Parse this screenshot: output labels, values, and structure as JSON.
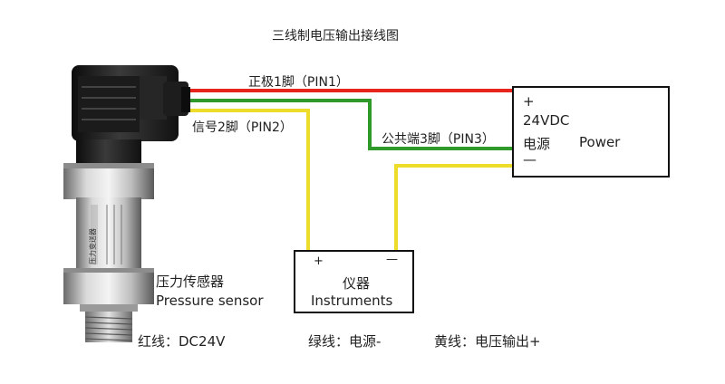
{
  "title": "三线制电压输出接线图",
  "wires": {
    "red": {
      "label": "正极1脚（PIN1）",
      "color": "#e8251c"
    },
    "green": {
      "label": "公共端3脚（PIN3）",
      "color": "#2f9a2a"
    },
    "yellow": {
      "label": "信号2脚（PIN2）",
      "color": "#eddc2a"
    }
  },
  "power_supply": {
    "plus": "+",
    "voltage": "24VDC",
    "name_cn": "电源",
    "name_en": "Power",
    "minus": "—"
  },
  "instrument": {
    "plus": "+",
    "minus": "—",
    "name_cn": "仪器",
    "name_en": "Instruments"
  },
  "sensor": {
    "name_cn": "压力传感器",
    "name_en": "Pressure sensor",
    "body_text": "压力变送器"
  },
  "legend": {
    "red": "红线：DC24V",
    "green": "绿线：电源-",
    "yellow": "黄线：电压输出+"
  }
}
